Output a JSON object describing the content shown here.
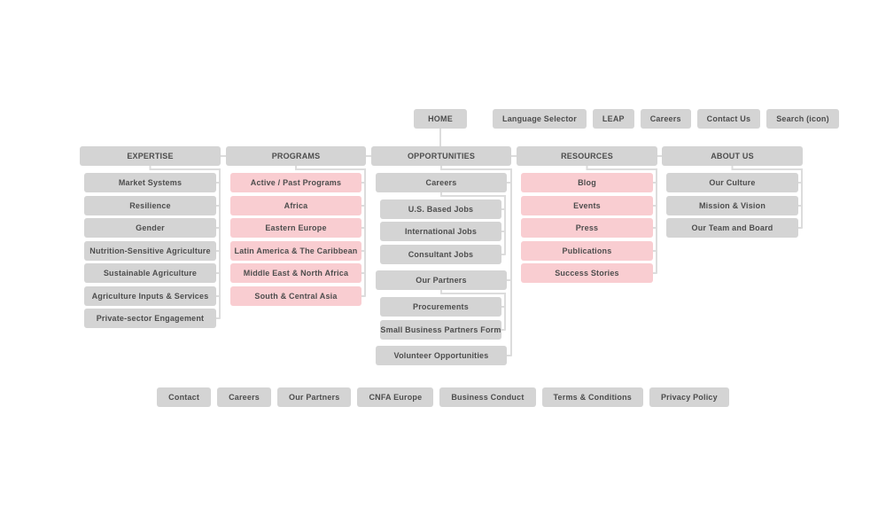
{
  "colors": {
    "box_grey": "#d4d4d4",
    "box_highlight_pink": "#f9cdd1",
    "connector_line": "#dcdcdc",
    "text": "#4d4d4d",
    "background": "#ffffff"
  },
  "top_nav": {
    "home": {
      "label": "HOME"
    },
    "items": [
      {
        "label": "Language Selector"
      },
      {
        "label": "LEAP"
      },
      {
        "label": "Careers"
      },
      {
        "label": "Contact Us"
      },
      {
        "label": "Search (icon)"
      }
    ]
  },
  "sections": [
    {
      "title": "EXPERTISE",
      "items": [
        {
          "label": "Market Systems",
          "highlight": false,
          "level": 0
        },
        {
          "label": "Resilience",
          "highlight": false,
          "level": 0
        },
        {
          "label": "Gender",
          "highlight": false,
          "level": 0
        },
        {
          "label": "Nutrition-Sensitive Agriculture",
          "highlight": false,
          "level": 0
        },
        {
          "label": "Sustainable Agriculture",
          "highlight": false,
          "level": 0
        },
        {
          "label": "Agriculture Inputs & Services",
          "highlight": false,
          "level": 0
        },
        {
          "label": "Private-sector Engagement",
          "highlight": false,
          "level": 0
        }
      ]
    },
    {
      "title": "PROGRAMS",
      "items": [
        {
          "label": "Active / Past Programs",
          "highlight": true,
          "level": 0
        },
        {
          "label": "Africa",
          "highlight": true,
          "level": 0
        },
        {
          "label": "Eastern Europe",
          "highlight": true,
          "level": 0
        },
        {
          "label": "Latin America & The Caribbean",
          "highlight": true,
          "level": 0
        },
        {
          "label": "Middle East & North Africa",
          "highlight": true,
          "level": 0
        },
        {
          "label": "South & Central Asia",
          "highlight": true,
          "level": 0
        }
      ]
    },
    {
      "title": "OPPORTUNITIES",
      "items": [
        {
          "label": "Careers",
          "highlight": false,
          "level": 0
        },
        {
          "label": "U.S. Based Jobs",
          "highlight": false,
          "level": 1
        },
        {
          "label": "International Jobs",
          "highlight": false,
          "level": 1
        },
        {
          "label": "Consultant Jobs",
          "highlight": false,
          "level": 1
        },
        {
          "label": "Our Partners",
          "highlight": false,
          "level": 0
        },
        {
          "label": "Procurements",
          "highlight": false,
          "level": 1
        },
        {
          "label": "Small Business Partners Form",
          "highlight": false,
          "level": 1
        },
        {
          "label": "Volunteer Opportunities",
          "highlight": false,
          "level": 0
        }
      ]
    },
    {
      "title": "RESOURCES",
      "items": [
        {
          "label": "Blog",
          "highlight": true,
          "level": 0
        },
        {
          "label": "Events",
          "highlight": true,
          "level": 0
        },
        {
          "label": "Press",
          "highlight": true,
          "level": 0
        },
        {
          "label": "Publications",
          "highlight": true,
          "level": 0
        },
        {
          "label": "Success Stories",
          "highlight": true,
          "level": 0
        }
      ]
    },
    {
      "title": "ABOUT US",
      "items": [
        {
          "label": "Our Culture",
          "highlight": false,
          "level": 0
        },
        {
          "label": "Mission & Vision",
          "highlight": false,
          "level": 0
        },
        {
          "label": "Our Team and Board",
          "highlight": false,
          "level": 0
        }
      ]
    }
  ],
  "footer": {
    "items": [
      {
        "label": "Contact"
      },
      {
        "label": "Careers"
      },
      {
        "label": "Our Partners"
      },
      {
        "label": "CNFA Europe"
      },
      {
        "label": "Business Conduct"
      },
      {
        "label": "Terms & Conditions"
      },
      {
        "label": "Privacy Policy"
      }
    ]
  }
}
